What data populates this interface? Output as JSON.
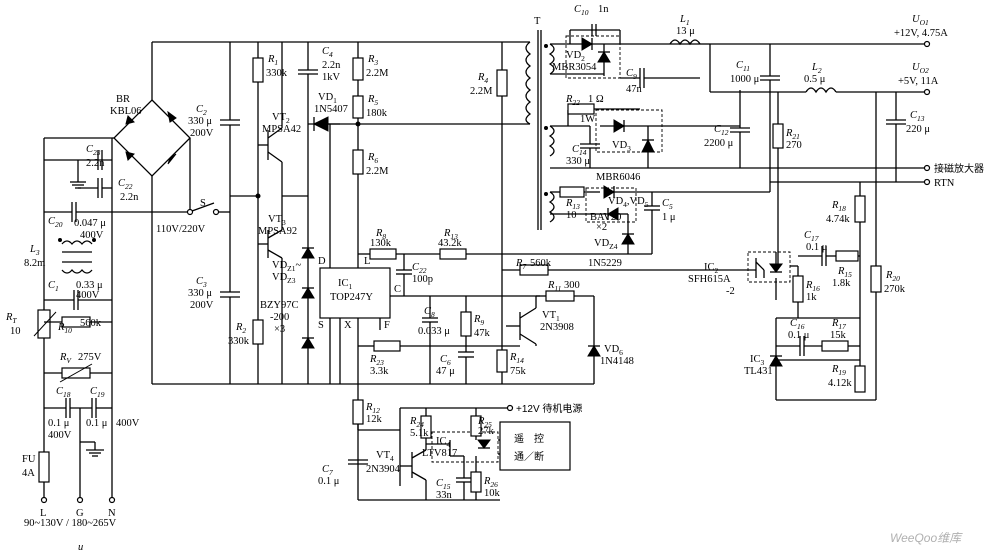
{
  "title": "",
  "outputs": {
    "uo1_name": "U",
    "uo1_sub": "O1",
    "uo1_value": "+12V, 4.75A",
    "uo2_name": "U",
    "uo2_sub": "O2",
    "uo2_value": "+5V, 11A",
    "amp_label": "接磁放大器",
    "rtn_label": "RTN"
  },
  "input": {
    "range": "90~130V / 180~265V",
    "u_label": "u",
    "l": "L",
    "g": "G",
    "n": "N",
    "fu": "FU",
    "fu_value": "4A",
    "switch": "S",
    "switch_value": "110V/220V",
    "standby": "+12V 待机电源"
  },
  "components": {
    "br": "BR",
    "br_value": "KBL06",
    "c23": "C",
    "c23_sub": "23",
    "c23_value": "2.2n",
    "c22": "C",
    "c22_sub": "22",
    "c22_value": "2.2n",
    "c20": "C",
    "c20_sub": "20",
    "c20_value": "0.047 μ",
    "c20_volt": "400V",
    "l3": "L",
    "l3_sub": "3",
    "l3_value": "8.2m",
    "c1": "C",
    "c1_sub": "1",
    "c1_value": "0.33 μ",
    "c1_volt": "400V",
    "rt": "R",
    "rt_sub": "T",
    "rt_value": "10",
    "r10": "R",
    "r10_sub": "10",
    "r10_value": "560k",
    "rv": "R",
    "rv_sub": "V",
    "rv_value": "275V",
    "c18": "C",
    "c18_sub": "18",
    "c18_value": "0.1 μ",
    "c18_volt": "400V",
    "c19": "C",
    "c19_sub": "19",
    "c19_value": "0.1 μ",
    "c19_volt": "400V",
    "c2": "C",
    "c2_sub": "2",
    "c2_value": "330 μ",
    "c2_volt": "200V",
    "c3": "C",
    "c3_sub": "3",
    "c3_value": "330 μ",
    "c3_volt": "200V",
    "r1": "R",
    "r1_sub": "1",
    "r1_value": "330k",
    "r2": "R",
    "r2_sub": "2",
    "r2_value": "330k",
    "vt2": "VT",
    "vt2_sub": "2",
    "vt2_value": "MPSA42",
    "vt3": "VT",
    "vt3_sub": "3",
    "vt3_value": "MPSA92",
    "c4": "C",
    "c4_sub": "4",
    "c4_value": "2.2n",
    "c4_volt": "1kV",
    "vd1": "VD",
    "vd1_sub": "1",
    "vd1_value": "1N5407",
    "vdz": "VD",
    "vdz_sub": "Z1",
    "vdz_tail": "~",
    "vdz_sub2": "VD",
    "vdz_sub3": "Z3",
    "bzy": "BZY97C",
    "bzy_value": "-200",
    "bzy_count": "×3",
    "r3": "R",
    "r3_sub": "3",
    "r3_value": "2.2M",
    "r5": "R",
    "r5_sub": "5",
    "r5_value": "180k",
    "r6": "R",
    "r6_sub": "6",
    "r6_value": "2.2M",
    "ic1": "IC",
    "ic1_sub": "1",
    "ic1_value": "TOP247Y",
    "pin_d": "D",
    "pin_l": "L",
    "pin_c": "C",
    "pin_s": "S",
    "pin_x": "X",
    "pin_f": "F",
    "r8": "R",
    "r8_sub": "8",
    "r8_value": "130k",
    "r13a": "R",
    "r13a_sub": "13",
    "r13a_value": "43.2k",
    "c22b": "C",
    "c22b_sub": "22",
    "c22b_value": "100p",
    "c8": "C",
    "c8_sub": "8",
    "c8_value": "0.033 μ",
    "r9": "R",
    "r9_sub": "9",
    "r9_value": "47k",
    "c6": "C",
    "c6_sub": "6",
    "c6_value": "47 μ",
    "r14": "R",
    "r14_sub": "14",
    "r14_value": "75k",
    "r23": "R",
    "r23_sub": "23",
    "r23_value": "3.3k",
    "r7": "R",
    "r7_sub": "7",
    "r7_value": "560k",
    "r11": "R",
    "r11_sub": "11",
    "r11_value": "300",
    "vt1": "VT",
    "vt1_sub": "1",
    "vt1_value": "2N3908",
    "vd6": "VD",
    "vd6_sub": "6",
    "vd6_value": "1N4148",
    "r4": "R",
    "r4_sub": "4",
    "r4_value": "2.2M",
    "t": "T",
    "c10": "C",
    "c10_sub": "10",
    "c10_value": "1n",
    "vd2": "VD",
    "vd2_sub": "2",
    "vd2_value": "MBR3054",
    "c9": "C",
    "c9_sub": "9",
    "c9_value": "47n",
    "l1": "L",
    "l1_sub": "1",
    "l1_value": "13 μ",
    "c11": "C",
    "c11_sub": "11",
    "c11_value": "1000 μ",
    "l2": "L",
    "l2_sub": "2",
    "l2_value": "0.5 μ",
    "c13": "C",
    "c13_sub": "13",
    "c13_value": "220 μ",
    "r22": "R",
    "r22_sub": "22",
    "r22_value": "1 Ω",
    "r22_watt": "1W",
    "c14": "C",
    "c14_sub": "14",
    "c14_value": "330 μ",
    "vd3": "VD",
    "vd3_sub": "3",
    "vd3_value": "MBR6046",
    "c12": "C",
    "c12_sub": "12",
    "c12_value": "2200 μ",
    "r21": "R",
    "r21_sub": "21",
    "r21_value": "270",
    "r13b": "R",
    "r13b_sub": "13",
    "r13b_value": "10",
    "vd45": "VD",
    "vd45_sub": "4",
    "vd45_mid": ",VD",
    "vd45_sub2": "5",
    "bav": "BAV20",
    "bav_count": "×2",
    "c5": "C",
    "c5_sub": "5",
    "c5_value": "1 μ",
    "vdz4": "VD",
    "vdz4_sub": "Z4",
    "vdz4_value": "1N5229",
    "ic2": "IC",
    "ic2_sub": "2",
    "ic2_value": "SFH615A",
    "ic2_tail": "-2",
    "r18": "R",
    "r18_sub": "18",
    "r18_value": "4.74k",
    "c17": "C",
    "c17_sub": "17",
    "c17_value": "0.1 μ",
    "r15": "R",
    "r15_sub": "15",
    "r15_value": "1.8k",
    "r16": "R",
    "r16_sub": "16",
    "r16_value": "1k",
    "r20": "R",
    "r20_sub": "20",
    "r20_value": "270k",
    "c16": "C",
    "c16_sub": "16",
    "c16_value": "0.1 μ",
    "r17": "R",
    "r17_sub": "17",
    "r17_value": "15k",
    "ic3": "IC",
    "ic3_sub": "3",
    "ic3_value": "TL431",
    "r19": "R",
    "r19_sub": "19",
    "r19_value": "4.12k",
    "r12": "R",
    "r12_sub": "12",
    "r12_value": "12k",
    "r24": "R",
    "r24_sub": "24",
    "r24_value": "5.1k",
    "r25": "R",
    "r25_sub": "25",
    "r25_value": "27k",
    "ic4": "IC",
    "ic4_sub": "4",
    "ic4_value": "LTV817",
    "vt4": "VT",
    "vt4_sub": "4",
    "vt4_value": "2N3904",
    "c7": "C",
    "c7_sub": "7",
    "c7_value": "0.1 μ",
    "c15": "C",
    "c15_sub": "15",
    "c15_value": "33n",
    "r26": "R",
    "r26_sub": "26",
    "r26_value": "10k",
    "remote": "遥　控",
    "remote_2": "通／断"
  },
  "watermark": "WeeQoo维库"
}
